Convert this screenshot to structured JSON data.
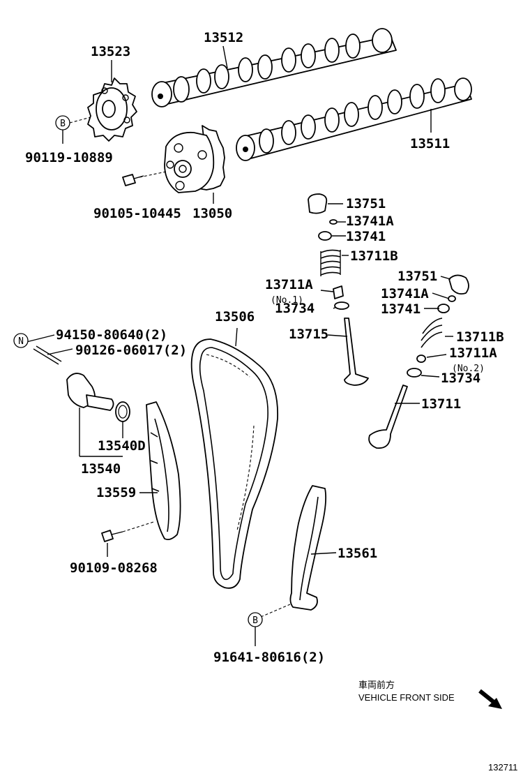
{
  "part_labels": {
    "p13523": "13523",
    "p13512": "13512",
    "p13511": "13511",
    "p90119": "90119-10889",
    "p90105": "90105-10445",
    "p13050": "13050",
    "p13751a": "13751",
    "p13741Aa": "13741A",
    "p13741a": "13741",
    "p13711Ba": "13711B",
    "p13711Aa": "13711A",
    "p13734a": "13734",
    "p13715": "13715",
    "p13506": "13506",
    "p13751b": "13751",
    "p13741Ab": "13741A",
    "p13741b": "13741",
    "p13711Bb": "13711B",
    "p13711Ab": "13711A",
    "p13734b": "13734",
    "p13711": "13711",
    "p94150": "94150-80640(2)",
    "p90126": "90126-06017(2)",
    "p13540D": "13540D",
    "p13540": "13540",
    "p13559": "13559",
    "p90109": "90109-08268",
    "p13561": "13561",
    "p91641": "91641-80616(2)"
  },
  "sub_labels": {
    "no1": "(No.1)",
    "no2": "(No.2)"
  },
  "markers": {
    "b_top": "B",
    "n_left": "N",
    "b_bottom": "B"
  },
  "notes": {
    "front_jp": "車両前方",
    "front_en": "VEHICLE FRONT SIDE",
    "figure_id": "132711"
  },
  "icons": [
    "vehicle-front-arrow-icon"
  ]
}
